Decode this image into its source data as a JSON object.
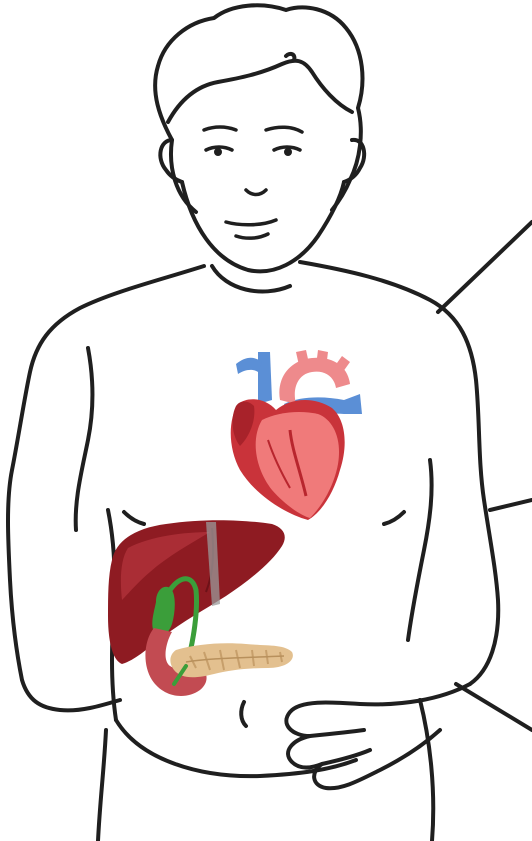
{
  "figure": {
    "subject": "body-outline",
    "organs": [
      "heart",
      "liver",
      "gallbladder",
      "pancreas"
    ],
    "pointer_lines": 3
  },
  "colors": {
    "outline": "#1f1f1f",
    "skin": "#ffffff",
    "heart_red": "#c9333a",
    "heart_pink": "#f07a7a",
    "aorta": "#ee8a8c",
    "vessel_blue": "#5b8fd6",
    "liver": "#8e1b22",
    "liver_light": "#b1323b",
    "gallbladder": "#3b9e3a",
    "pancreas": "#e3c08f",
    "duodenum": "#c24b52"
  }
}
